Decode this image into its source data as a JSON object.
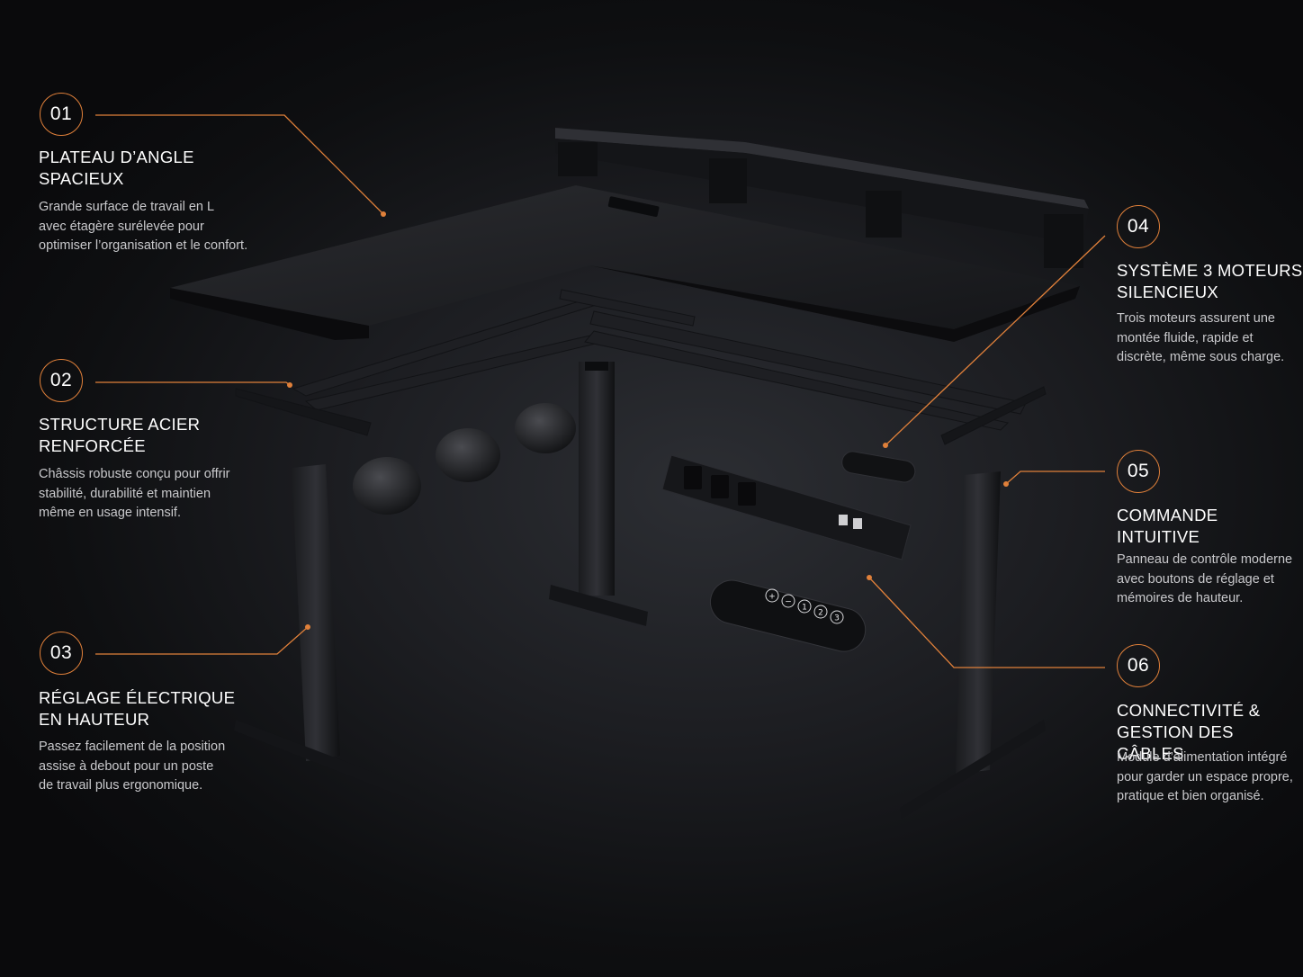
{
  "colors": {
    "accent": "#e0803a",
    "background": "#16171a",
    "text": "#ffffff",
    "muted": "#c9c9cc"
  },
  "features": [
    {
      "number": "01",
      "title": "PLATEAU D’ANGLE\nSPACIEUX",
      "description": "Grande surface de travail en L\navec étagère surélevée pour\noptimiser l’organisation et le confort."
    },
    {
      "number": "02",
      "title": "STRUCTURE ACIER\nRENFORCÉE",
      "description": "Châssis robuste conçu pour offrir\nstabilité, durabilité et maintien\nmême en usage intensif."
    },
    {
      "number": "03",
      "title": "RÉGLAGE ÉLECTRIQUE\nEN HAUTEUR",
      "description": "Passez facilement de la position\nassise à debout pour un poste\nde travail plus ergonomique."
    },
    {
      "number": "04",
      "title": "SYSTÈME 3 MOTEURS\nSILENCIEUX",
      "description": "Trois moteurs assurent une\nmontée fluide, rapide et\ndiscrète, même sous charge."
    },
    {
      "number": "05",
      "title": "COMMANDE INTUITIVE",
      "description": "Panneau de contrôle moderne\navec boutons de réglage et\nmémoires de hauteur."
    },
    {
      "number": "06",
      "title": "CONNECTIVITÉ &\nGESTION DES CÂBLES",
      "description": "Module d’alimentation intégré\npour garder un espace propre,\npratique et bien organisé."
    }
  ],
  "control_panel": {
    "buttons": [
      "+",
      "−",
      "1",
      "2",
      "3"
    ]
  },
  "product_icons": [
    "l-shaped-desktop",
    "monitor-shelf",
    "steel-frame",
    "motor-icon",
    "lifting-column",
    "power-strip",
    "control-panel"
  ]
}
